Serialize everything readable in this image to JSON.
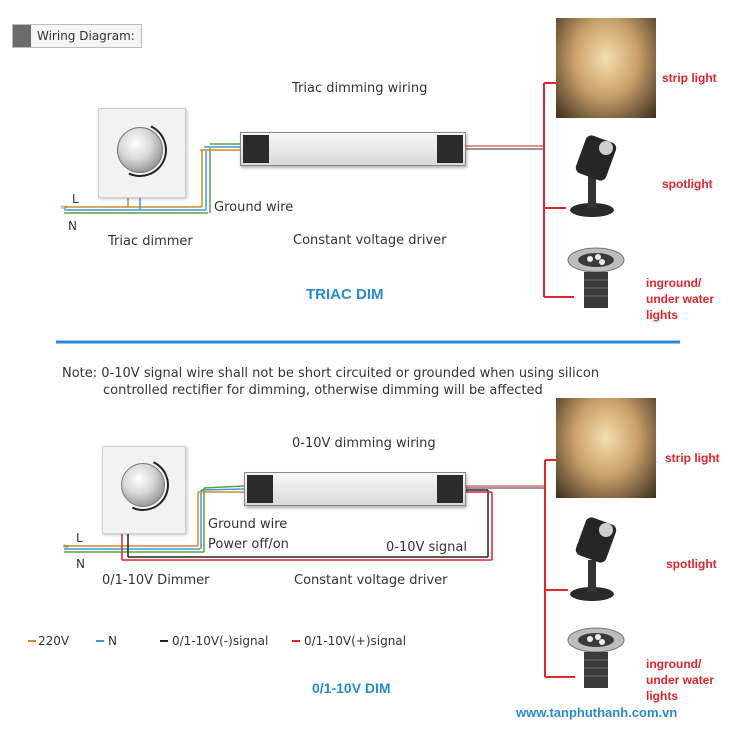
{
  "header": {
    "label": "Wiring Diagram:"
  },
  "triac": {
    "title": "Triac dimming wiring",
    "L": "L",
    "N": "N",
    "ground_wire": "Ground wire",
    "dimmer_label": "Triac dimmer",
    "driver_label": "Constant voltage driver",
    "section_title": "TRIAC DIM",
    "lights": [
      "strip light",
      "spotlight",
      "inground/\nunder water\nlights"
    ]
  },
  "note": {
    "line1": "Note: 0-10V signal wire shall not be short circuited or grounded when using silicon",
    "line2": "controlled rectifier for dimming, otherwise dimming will be affected"
  },
  "zero10": {
    "title": "0-10V dimming wiring",
    "L": "L",
    "N": "N",
    "ground_wire": "Ground wire",
    "power": "Power  off/on",
    "signal": "0-10V signal",
    "dimmer_label": "0/1-10V Dimmer",
    "driver_label": "Constant voltage driver",
    "section_title": "0/1-10V DIM",
    "lights": [
      "strip light",
      "spotlight",
      "inground/\nunder water\nlights"
    ]
  },
  "legend": [
    {
      "text": "220V",
      "color": "#d08a2a"
    },
    {
      "text": "N",
      "color": "#3a9ad8"
    },
    {
      "text": "0/1-10V(-)signal",
      "color": "#222222"
    },
    {
      "text": "0/1-10V(+)signal",
      "color": "#e0242a"
    }
  ],
  "footer": {
    "url": "www.tanphuthanh.com.vn"
  },
  "colors": {
    "accent_blue": "#2a8ad0",
    "red_wire": "#e0242a",
    "brown_wire": "#d08a2a",
    "blue_wire": "#3a9ad8",
    "green_wire": "#5aa040"
  }
}
